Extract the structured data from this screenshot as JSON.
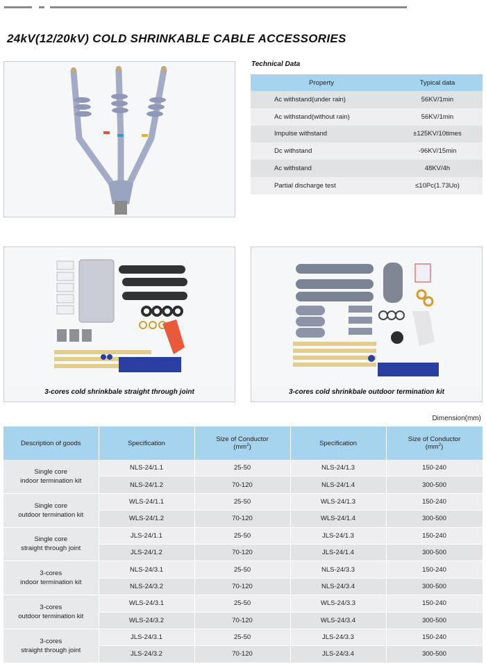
{
  "page": {
    "title": "24kV(12/20kV) COLD SHRINKABLE CABLE ACCESSORIES"
  },
  "images": {
    "top": {
      "icon": "three-core-termination-photo"
    },
    "left": {
      "icon": "straight-joint-kit-photo",
      "caption": "3-cores cold shrinkbale straight through joint"
    },
    "right": {
      "icon": "outdoor-termination-kit-photo",
      "caption": "3-cores cold shrinkbale outdoor termination kit"
    }
  },
  "technical": {
    "label": "Technical Data",
    "headers": {
      "property": "Property",
      "typical": "Typical data"
    },
    "rows": [
      {
        "property": "Ac withstand(under rain)",
        "value": "56KV/1min"
      },
      {
        "property": "Ac withstand(without rain)",
        "value": "56KV/1min"
      },
      {
        "property": "Impulse withstand",
        "value": "±125KV/10times"
      },
      {
        "property": "Dc withstand",
        "value": "-96KV/15min"
      },
      {
        "property": "Ac withstand",
        "value": "48KV/4h"
      },
      {
        "property": "Partial discharge test",
        "value": "≤10Pc(1.73Uo)"
      }
    ]
  },
  "dimension_label": "Dimension(mm)",
  "spec_table": {
    "headers": {
      "description": "Description of goods",
      "specification": "Specification",
      "size": "Size of Conductor",
      "unit_prefix": "(mm",
      "unit_sup": "2",
      "unit_suffix": ")"
    },
    "groups": [
      {
        "line1": "Single core",
        "line2": "indoor termination kit",
        "rows": [
          {
            "spec1": "NLS-24/1.1",
            "size1": "25-50",
            "spec2": "NLS-24/1.3",
            "size2": "150-240"
          },
          {
            "spec1": "NLS-24/1.2",
            "size1": "70-120",
            "spec2": "NLS-24/1.4",
            "size2": "300-500"
          }
        ]
      },
      {
        "line1": "Single core",
        "line2": "outdoor termination kit",
        "rows": [
          {
            "spec1": "WLS-24/1.1",
            "size1": "25-50",
            "spec2": "WLS-24/1.3",
            "size2": "150-240"
          },
          {
            "spec1": "WLS-24/1.2",
            "size1": "70-120",
            "spec2": "WLS-24/1.4",
            "size2": "300-500"
          }
        ]
      },
      {
        "line1": "Single core",
        "line2": "straight through joint",
        "rows": [
          {
            "spec1": "JLS-24/1.1",
            "size1": "25-50",
            "spec2": "JLS-24/1.3",
            "size2": "150-240"
          },
          {
            "spec1": "JLS-24/1.2",
            "size1": "70-120",
            "spec2": "JLS-24/1.4",
            "size2": "300-500"
          }
        ]
      },
      {
        "line1": "3-cores",
        "line2": "indoor termination kit",
        "rows": [
          {
            "spec1": "NLS-24/3.1",
            "size1": "25-50",
            "spec2": "NLS-24/3.3",
            "size2": "150-240"
          },
          {
            "spec1": "NLS-24/3.2",
            "size1": "70-120",
            "spec2": "NLS-24/3.4",
            "size2": "300-500"
          }
        ]
      },
      {
        "line1": "3-cores",
        "line2": "outdoor termination kit",
        "rows": [
          {
            "spec1": "WLS-24/3.1",
            "size1": "25-50",
            "spec2": "WLS-24/3.3",
            "size2": "150-240"
          },
          {
            "spec1": "WLS-24/3.2",
            "size1": "70-120",
            "spec2": "WLS-24/3.4",
            "size2": "300-500"
          }
        ]
      },
      {
        "line1": "3-cores",
        "line2": "straight through joint",
        "rows": [
          {
            "spec1": "JLS-24/3.1",
            "size1": "25-50",
            "spec2": "JLS-24/3.3",
            "size2": "150-240"
          },
          {
            "spec1": "JLS-24/3.2",
            "size1": "70-120",
            "spec2": "JLS-24/3.4",
            "size2": "300-500"
          }
        ]
      }
    ]
  },
  "colors": {
    "header_blue": "#a6d4ee",
    "row_light": "#eeeef0",
    "row_dark": "#e2e3e5",
    "insulator_grey": "#9aa3bf"
  }
}
